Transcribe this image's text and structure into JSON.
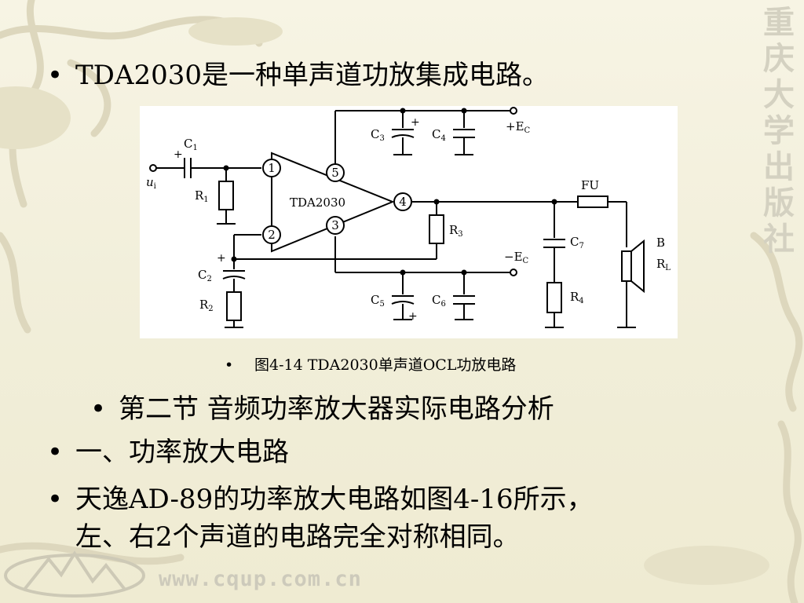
{
  "side_title": [
    "重",
    "庆",
    "大",
    "学",
    "出",
    "版",
    "社"
  ],
  "footer_url": "www.cqup.com.cn",
  "bullets": {
    "b1": "TDA2030是一种单声道功放集成电路。",
    "caption": "图4-14  TDA2030单声道OCL功放电路",
    "b2": "第二节  音频功率放大器实际电路分析",
    "b3": "一、功率放大电路",
    "b4_line1": "天逸AD-89的功率放大电路如图4-16所示，",
    "b4_line2": "左、右2个声道的电路完全对称相同。"
  },
  "circuit": {
    "chip": "TDA2030",
    "pins": [
      "1",
      "2",
      "3",
      "4",
      "5"
    ],
    "labels": {
      "c1": "C",
      "c1_sub": "1",
      "c1_plus": "+",
      "ui": "u",
      "ui_sub": "i",
      "r1": "R",
      "r1_sub": "1",
      "c2_plus": "+",
      "c2": "C",
      "c2_sub": "2",
      "r2": "R",
      "r2_sub": "2",
      "c3": "C",
      "c3_sub": "3",
      "c3_plus": "+",
      "c4": "C",
      "c4_sub": "4",
      "vplus": "+E",
      "vplus_sub": "C",
      "r3": "R",
      "r3_sub": "3",
      "vminus": "−E",
      "vminus_sub": "C",
      "c5": "C",
      "c5_sub": "5",
      "c5_plus": "+",
      "c6": "C",
      "c6_sub": "6",
      "fu": "FU",
      "c7": "C",
      "c7_sub": "7",
      "r4": "R",
      "r4_sub": "4",
      "b": "B",
      "rl": "R",
      "rl_sub": "L"
    }
  }
}
